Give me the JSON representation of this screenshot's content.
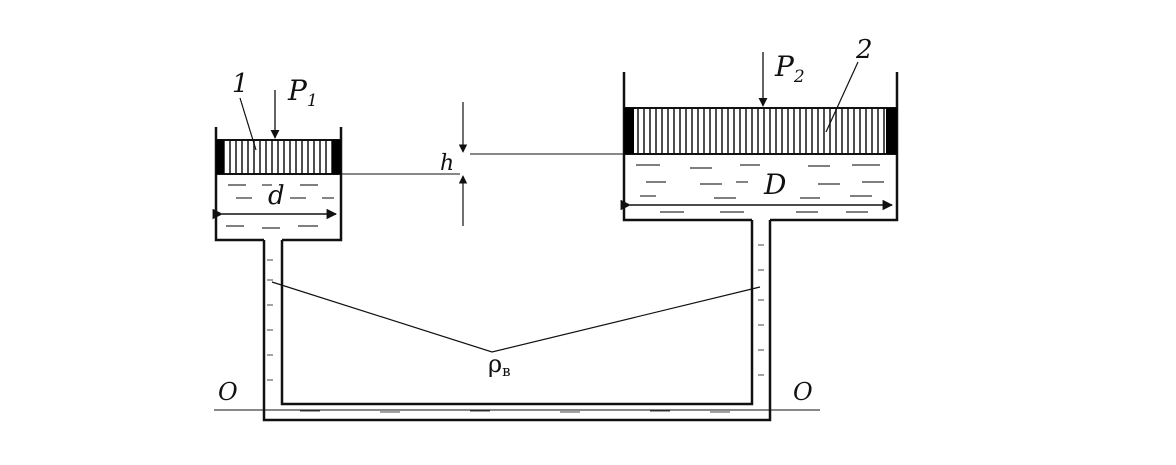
{
  "labels": {
    "piston_small_number": "1",
    "piston_large_number": "2",
    "force_small": "P",
    "force_small_sub": "1",
    "force_large": "P",
    "force_large_sub": "2",
    "height": "h",
    "diameter_small": "d",
    "diameter_large": "D",
    "density": "ρ",
    "density_sub": "в",
    "datum_left": "O",
    "datum_right": "O"
  },
  "colors": {
    "ink": "#111111",
    "piston_hatch": "#222222",
    "seal": "#000000",
    "liquid_dash": "#333333"
  }
}
